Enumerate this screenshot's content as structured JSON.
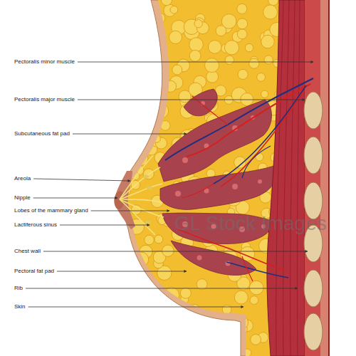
{
  "diagram": {
    "labels": [
      "Pectoralis minor muscle",
      "Pectoralis major muscle",
      "Subcutaneous fat pad",
      "Areola",
      "Nipple",
      "Lobes of the mammary gland",
      "Lactiferous sinus",
      "Chest wall",
      "Pectoral fat pad",
      "Rib",
      "Skin",
      "GL Stock Images"
    ]
  }
}
